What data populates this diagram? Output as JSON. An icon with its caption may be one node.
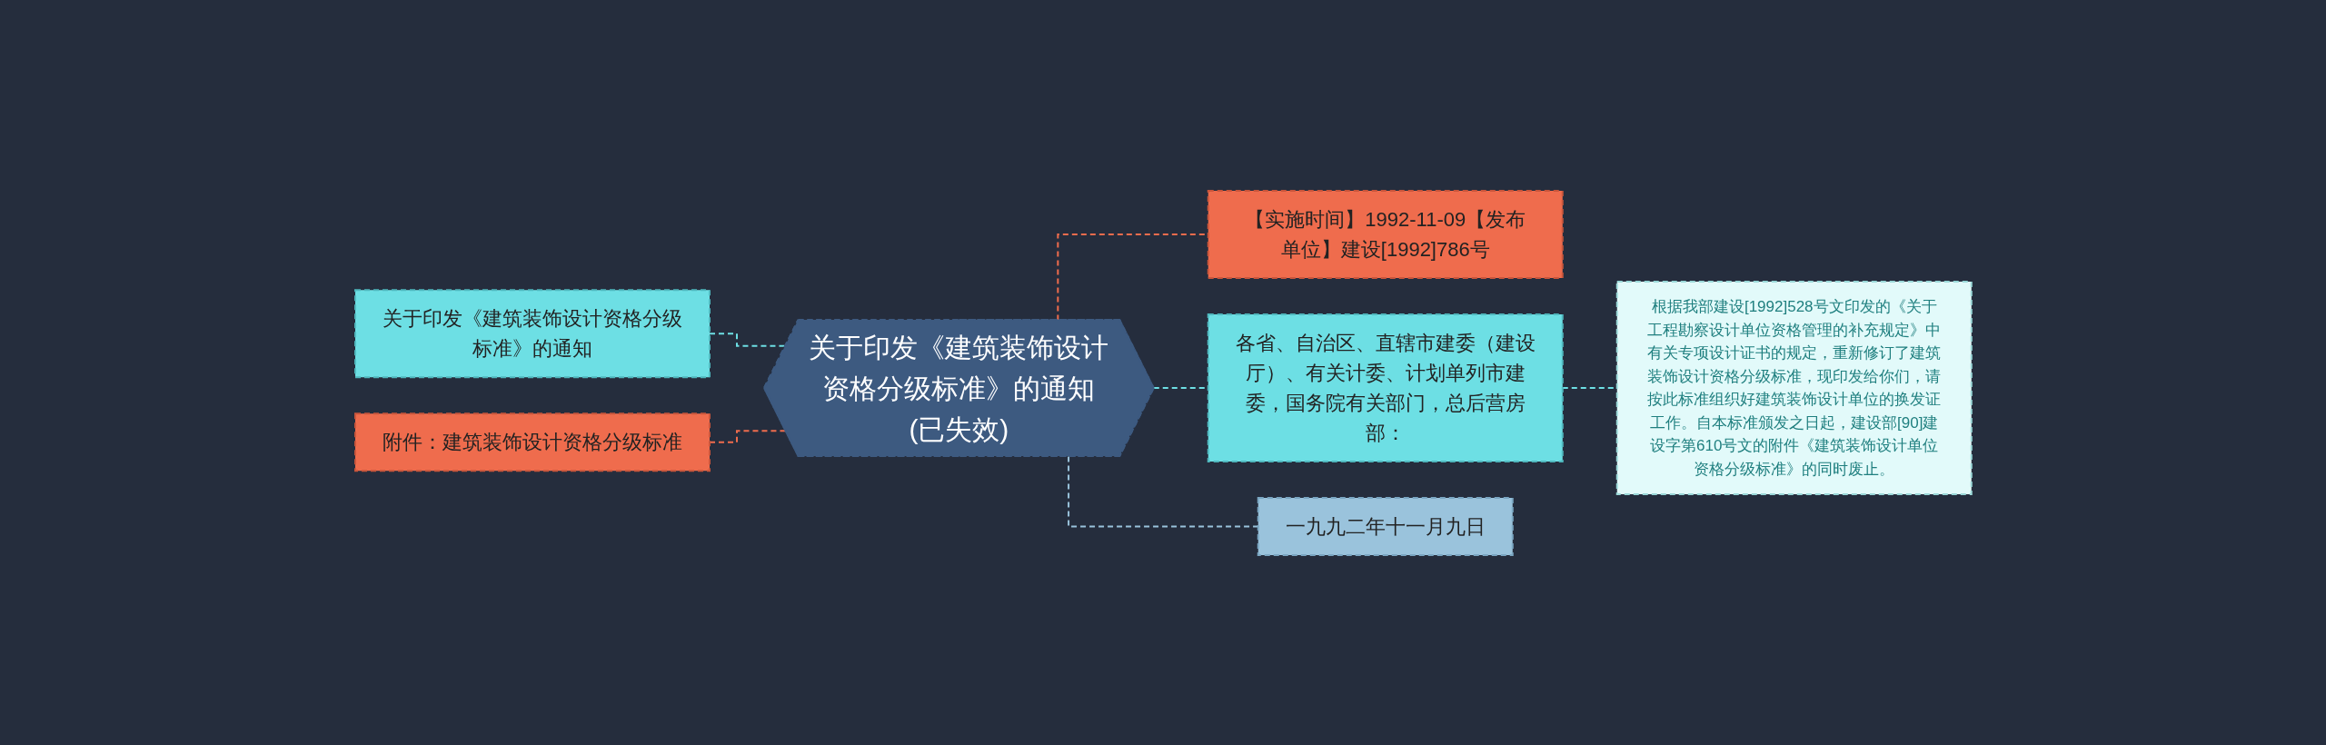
{
  "diagram": {
    "nodes": [
      {
        "text": [
          "关于印发《建筑装饰设计资格分级标准》的通知(已失效)"
        ]
      },
      {
        "text": [
          "关于印发《建筑装饰设计资格分级标准》的通知"
        ]
      },
      {
        "text": [
          "附件：建筑装饰设计资格分级标准"
        ]
      },
      {
        "text": [
          "【实施时间】1992-11-09【发布单位】建设[1992]786号"
        ]
      },
      {
        "text": [
          "各省、自治区、直辖市建委（建设厅）、有关计委、计划单列市建委，国务院有关部门，总后营房部："
        ]
      },
      {
        "text": [
          "一九九二年十一月九日"
        ]
      },
      {
        "text": [
          "根据我部建设[1992]528号文印发的《关于工程勘察设计单位资格管理的补充规定》中有关专项设计证书的规定，重新修订了建筑装饰设计资格分级标准，现印发给你们，请按此标准组织好建筑装饰设计单位的换发证工作。自本标准颁发之日起，建设部[90]建设字第610号文的附件《建筑装饰设计单位资格分级标准》的同时废止。"
        ]
      }
    ],
    "edges": [
      {
        "from": 0,
        "to": 1,
        "arrow": "none",
        "style": "dashed",
        "color": "#6ddfe4"
      },
      {
        "from": 0,
        "to": 2,
        "arrow": "none",
        "style": "dashed",
        "color": "#ef6c4d"
      },
      {
        "from": 0,
        "to": 3,
        "arrow": "none",
        "style": "dashed",
        "color": "#ef6c4d"
      },
      {
        "from": 0,
        "to": 4,
        "arrow": "none",
        "style": "dashed",
        "color": "#6ddfe4"
      },
      {
        "from": 0,
        "to": 5,
        "arrow": "none",
        "style": "dashed",
        "color": "#9ac3dc"
      },
      {
        "from": 4,
        "to": 6,
        "arrow": "none",
        "style": "dashed",
        "color": "#6ddfe4"
      }
    ]
  }
}
